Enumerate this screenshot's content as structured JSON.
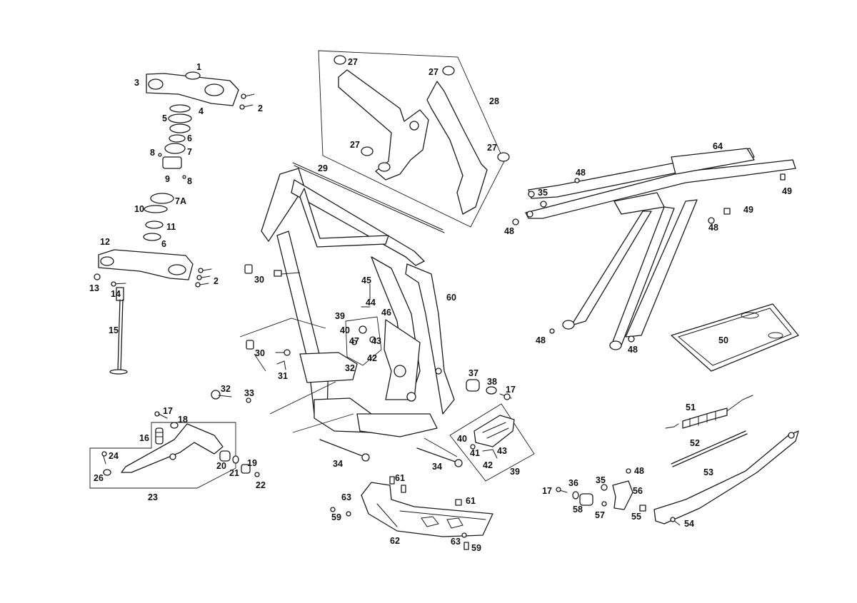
{
  "diagram": {
    "callouts": [
      {
        "id": "c1",
        "text": "1"
      },
      {
        "id": "c2a",
        "text": "2"
      },
      {
        "id": "c3",
        "text": "3"
      },
      {
        "id": "c4",
        "text": "4"
      },
      {
        "id": "c5",
        "text": "5"
      },
      {
        "id": "c6a",
        "text": "6"
      },
      {
        "id": "c7",
        "text": "7"
      },
      {
        "id": "c8a",
        "text": "8"
      },
      {
        "id": "c9",
        "text": "9"
      },
      {
        "id": "c8b",
        "text": "8"
      },
      {
        "id": "c7a",
        "text": "7A"
      },
      {
        "id": "c10",
        "text": "10"
      },
      {
        "id": "c11",
        "text": "11"
      },
      {
        "id": "c6b",
        "text": "6"
      },
      {
        "id": "c12",
        "text": "12"
      },
      {
        "id": "c2b",
        "text": "2"
      },
      {
        "id": "c13",
        "text": "13"
      },
      {
        "id": "c14",
        "text": "14"
      },
      {
        "id": "c15",
        "text": "15"
      },
      {
        "id": "c27a",
        "text": "27"
      },
      {
        "id": "c27b",
        "text": "27"
      },
      {
        "id": "c28",
        "text": "28"
      },
      {
        "id": "c27c",
        "text": "27"
      },
      {
        "id": "c27d",
        "text": "27"
      },
      {
        "id": "c29",
        "text": "29"
      },
      {
        "id": "c30a",
        "text": "30"
      },
      {
        "id": "c45",
        "text": "45"
      },
      {
        "id": "c60",
        "text": "60"
      },
      {
        "id": "c44",
        "text": "44"
      },
      {
        "id": "c46",
        "text": "46"
      },
      {
        "id": "c39a",
        "text": "39"
      },
      {
        "id": "c40a",
        "text": "40"
      },
      {
        "id": "c43a",
        "text": "43"
      },
      {
        "id": "c47",
        "text": "47"
      },
      {
        "id": "c42a",
        "text": "42"
      },
      {
        "id": "c30b",
        "text": "30"
      },
      {
        "id": "c31",
        "text": "31"
      },
      {
        "id": "c32a",
        "text": "32"
      },
      {
        "id": "c32b",
        "text": "32"
      },
      {
        "id": "c33",
        "text": "33"
      },
      {
        "id": "c17a",
        "text": "17"
      },
      {
        "id": "c18",
        "text": "18"
      },
      {
        "id": "c16",
        "text": "16"
      },
      {
        "id": "c24",
        "text": "24"
      },
      {
        "id": "c26",
        "text": "26"
      },
      {
        "id": "c20",
        "text": "20"
      },
      {
        "id": "c21",
        "text": "21"
      },
      {
        "id": "c19",
        "text": "19"
      },
      {
        "id": "c22",
        "text": "22"
      },
      {
        "id": "c23",
        "text": "23"
      },
      {
        "id": "c34a",
        "text": "34"
      },
      {
        "id": "c34b",
        "text": "34"
      },
      {
        "id": "c37",
        "text": "37"
      },
      {
        "id": "c38",
        "text": "38"
      },
      {
        "id": "c17b",
        "text": "17"
      },
      {
        "id": "c40b",
        "text": "40"
      },
      {
        "id": "c41",
        "text": "41"
      },
      {
        "id": "c43b",
        "text": "43"
      },
      {
        "id": "c42b",
        "text": "42"
      },
      {
        "id": "c39b",
        "text": "39"
      },
      {
        "id": "c61a",
        "text": "61"
      },
      {
        "id": "c63a",
        "text": "63"
      },
      {
        "id": "c61b",
        "text": "61"
      },
      {
        "id": "c59a",
        "text": "59"
      },
      {
        "id": "c62",
        "text": "62"
      },
      {
        "id": "c63b",
        "text": "63"
      },
      {
        "id": "c59b",
        "text": "59"
      },
      {
        "id": "c64",
        "text": "64"
      },
      {
        "id": "c48a",
        "text": "48"
      },
      {
        "id": "c49a",
        "text": "49"
      },
      {
        "id": "c35a",
        "text": "35"
      },
      {
        "id": "c49b",
        "text": "49"
      },
      {
        "id": "c48b",
        "text": "48"
      },
      {
        "id": "c48c",
        "text": "48"
      },
      {
        "id": "c48d",
        "text": "48"
      },
      {
        "id": "c48e",
        "text": "48"
      },
      {
        "id": "c50",
        "text": "50"
      },
      {
        "id": "c51",
        "text": "51"
      },
      {
        "id": "c52",
        "text": "52"
      },
      {
        "id": "c53",
        "text": "53"
      },
      {
        "id": "c48f",
        "text": "48"
      },
      {
        "id": "c36",
        "text": "36"
      },
      {
        "id": "c35b",
        "text": "35"
      },
      {
        "id": "c17c",
        "text": "17"
      },
      {
        "id": "c56",
        "text": "56"
      },
      {
        "id": "c58",
        "text": "58"
      },
      {
        "id": "c57",
        "text": "57"
      },
      {
        "id": "c55",
        "text": "55"
      },
      {
        "id": "c54",
        "text": "54"
      }
    ]
  }
}
